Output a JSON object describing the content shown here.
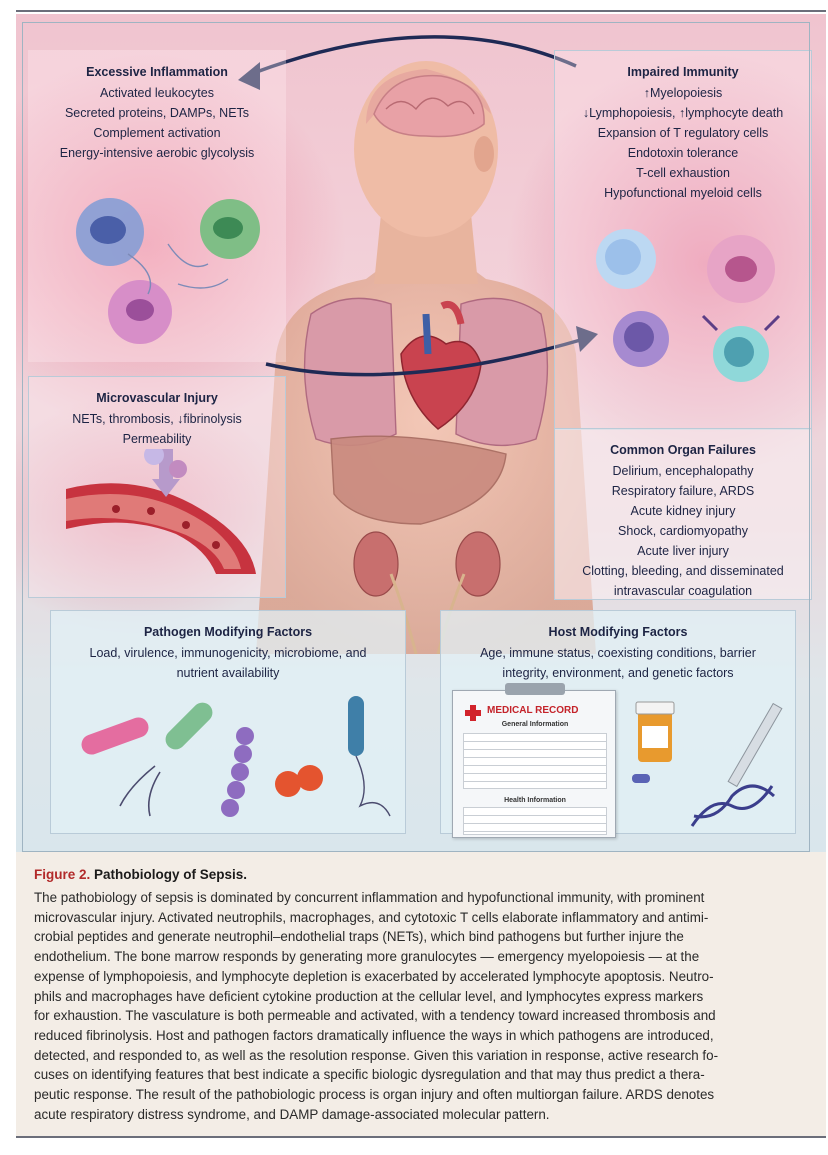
{
  "panels": {
    "excessive_inflammation": {
      "title": "Excessive Inflammation",
      "lines": [
        "Activated leukocytes",
        "Secreted proteins, DAMPs, NETs",
        "Complement activation",
        "Energy-intensive aerobic glycolysis"
      ]
    },
    "impaired_immunity": {
      "title": "Impaired Immunity",
      "lines": [
        "↑Myelopoiesis",
        "↓Lymphopoiesis, ↑lymphocyte death",
        "Expansion of T regulatory cells",
        "Endotoxin tolerance",
        "T-cell exhaustion",
        "Hypofunctional myeloid cells"
      ]
    },
    "microvascular_injury": {
      "title": "Microvascular Injury",
      "lines": [
        "NETs, thrombosis, ↓fibrinolysis",
        "Permeability"
      ]
    },
    "organ_failures": {
      "title": "Common Organ Failures",
      "lines": [
        "Delirium, encephalopathy",
        "Respiratory failure, ARDS",
        "Acute kidney injury",
        "Shock, cardiomyopathy",
        "Acute liver injury",
        "Clotting, bleeding, and disseminated",
        "intravascular coagulation"
      ]
    },
    "pathogen_factors": {
      "title": "Pathogen Modifying Factors",
      "lines": [
        "Load, virulence, immunogenicity, microbiome, and",
        "nutrient availability"
      ]
    },
    "host_factors": {
      "title": "Host Modifying Factors",
      "lines": [
        "Age, immune status, coexisting conditions, barrier",
        "integrity, environment, and genetic factors"
      ]
    }
  },
  "medical_record": {
    "heading": "MEDICAL RECORD",
    "section1": "General Information",
    "section2": "Health Information"
  },
  "caption": {
    "figure_label": "Figure 2.",
    "figure_title": "Pathobiology of Sepsis.",
    "lines": [
      "The pathobiology of sepsis is dominated by concurrent inflammation and hypofunctional immunity, with prominent",
      "microvascular injury. Activated neutrophils, macrophages, and cytotoxic T cells elaborate inflammatory and antimi-",
      "crobial peptides and generate neutrophil–endothelial traps (NETs), which bind pathogens but further injure the",
      "endothelium. The bone marrow responds by generating more granulocytes — emergency myelopoiesis — at the",
      "expense of lymphopoiesis, and lymphocyte depletion is exacerbated by accelerated lymphocyte apoptosis. Neutro-",
      "phils and macrophages have deficient cytokine production at the cellular level, and lymphocytes express markers",
      "for exhaustion. The vasculature is both permeable and activated, with a tendency toward increased thrombosis and",
      "reduced fibrinolysis. Host and pathogen factors dramatically influence the ways in which pathogens are introduced,",
      "detected, and responded to, as well as the resolution response. Given this variation in response, active research fo-",
      "cuses on identifying features that best indicate a specific biologic dysregulation and that may thus predict a thera-",
      "peutic response. The result of the pathobiologic process is organ injury and often multiorgan failure. ARDS denotes",
      "acute respiratory distress syndrome, and DAMP damage-associated molecular pattern."
    ]
  },
  "colors": {
    "caption_label": "#b22a2a",
    "panel_border": "#b9cbd8",
    "arrow": "#1f2a55"
  }
}
